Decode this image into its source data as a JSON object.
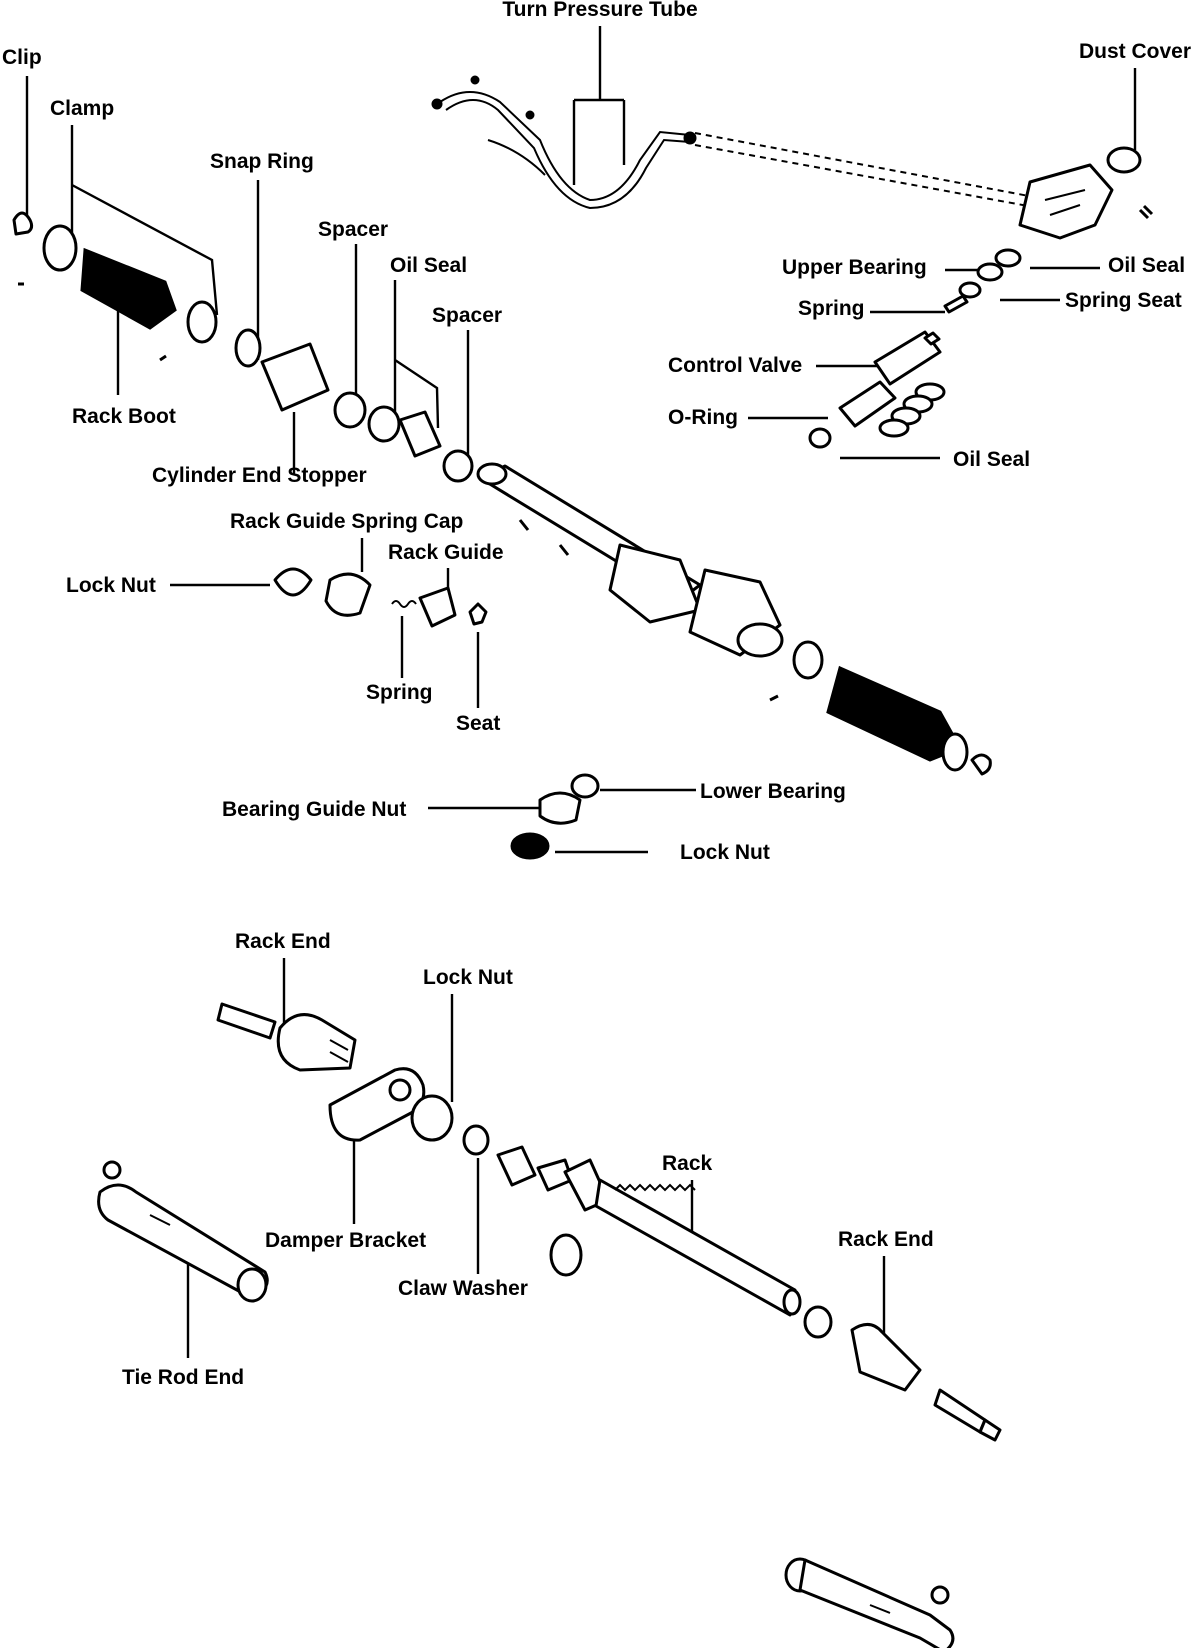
{
  "labels": {
    "turn_pressure_tube": "Turn Pressure Tube",
    "dust_cover": "Dust Cover",
    "clip": "Clip",
    "clamp": "Clamp",
    "snap_ring": "Snap Ring",
    "spacer_1": "Spacer",
    "oil_seal_1": "Oil Seal",
    "spacer_2": "Spacer",
    "rack_boot": "Rack Boot",
    "cylinder_end_stopper": "Cylinder End Stopper",
    "upper_bearing": "Upper Bearing",
    "oil_seal_2": "Oil Seal",
    "spring_1": "Spring",
    "spring_seat": "Spring Seat",
    "control_valve": "Control Valve",
    "o_ring": "O-Ring",
    "oil_seal_3": "Oil Seal",
    "rack_guide_spring_cap": "Rack Guide Spring Cap",
    "rack_guide": "Rack Guide",
    "lock_nut_1": "Lock Nut",
    "spring_2": "Spring",
    "seat": "Seat",
    "bearing_guide_nut": "Bearing Guide Nut",
    "lower_bearing": "Lower Bearing",
    "lock_nut_2": "Lock Nut",
    "rack_end_1": "Rack End",
    "lock_nut_3": "Lock Nut",
    "rack": "Rack",
    "damper_bracket": "Damper Bracket",
    "claw_washer": "Claw Washer",
    "rack_end_2": "Rack End",
    "tie_rod_end": "Tie Rod End"
  }
}
